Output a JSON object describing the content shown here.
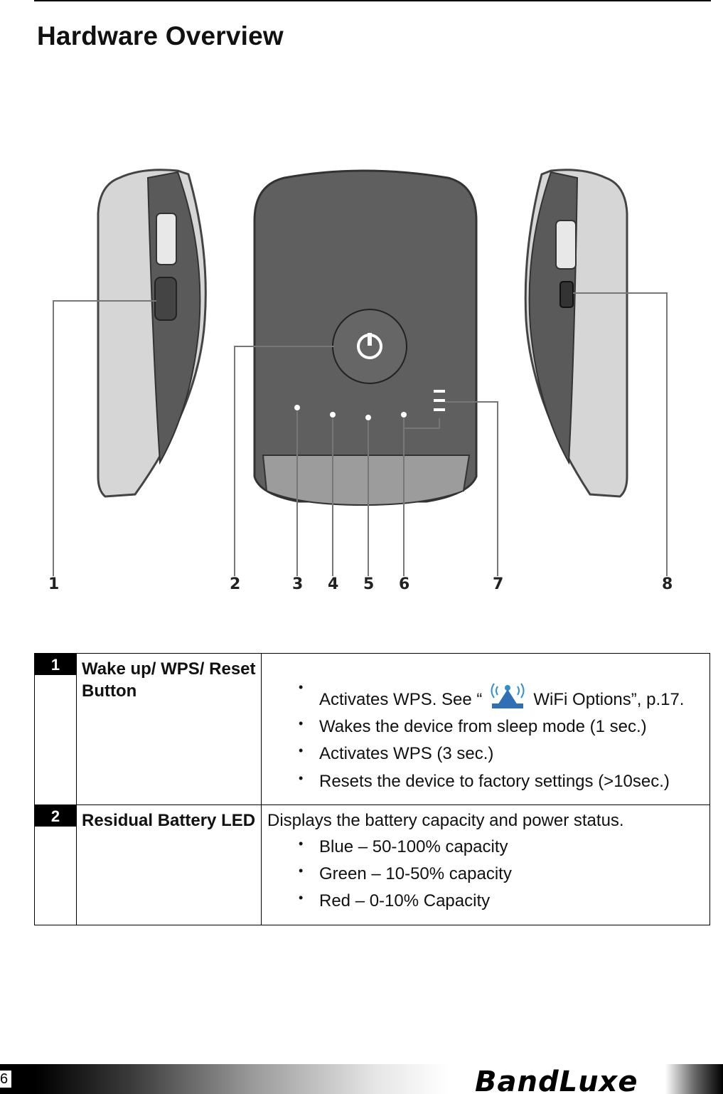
{
  "page": {
    "title": "Hardware Overview",
    "page_number": "6",
    "brand": "BandLuxe"
  },
  "figure": {
    "callouts": [
      "1",
      "2",
      "3",
      "4",
      "5",
      "6",
      "7",
      "8"
    ],
    "icon": "device-diagram"
  },
  "table": {
    "rows": [
      {
        "number": "1",
        "label": "Wake up/ WPS/ Reset Button",
        "intro": "",
        "bullets": [
          {
            "pre": "Activates WPS. See “",
            "post": "WiFi Options”, p.17.",
            "icon": "wlan-icon"
          },
          {
            "text": "Wakes the device from sleep mode (1 sec.)"
          },
          {
            "text": "Activates WPS (3 sec.)"
          },
          {
            "text": "Resets the device to factory settings (>10sec.)"
          }
        ]
      },
      {
        "number": "2",
        "label": "Residual Battery LED",
        "intro": "Displays the battery capacity and power status.",
        "bullets": [
          {
            "text": "Blue – 50-100% capacity"
          },
          {
            "text": "Green – 10-50% capacity"
          },
          {
            "text": "Red – 0-10% Capacity"
          }
        ]
      }
    ]
  }
}
